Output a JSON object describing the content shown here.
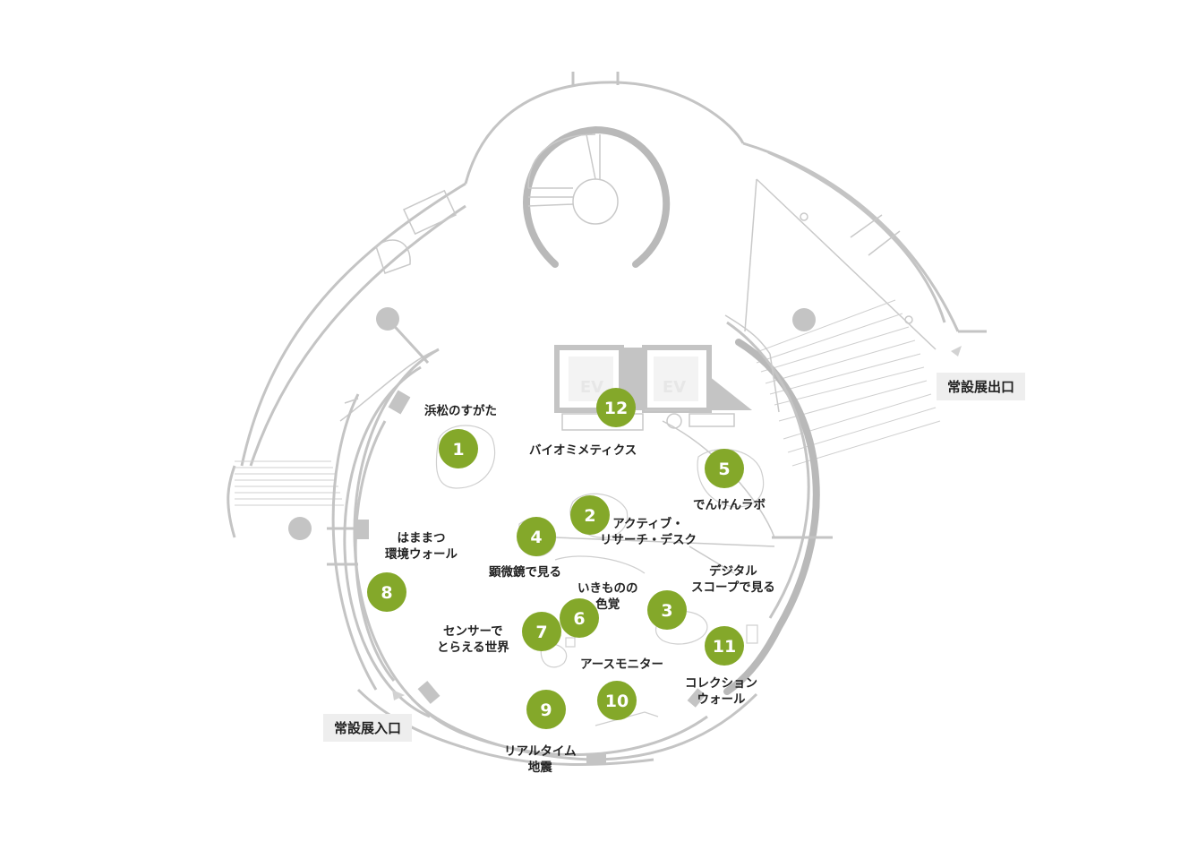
{
  "entrances": {
    "exit_label": "常設展出口",
    "entrance_label": "常設展入口"
  },
  "elevators": [
    "EV",
    "EV"
  ],
  "exhibits": [
    {
      "num": "1",
      "label": "浜松のすがた"
    },
    {
      "num": "2",
      "label": "アクティブ・リサーチ・デスク",
      "label_line1": "アクティブ・",
      "label_line2": "リサーチ・デスク"
    },
    {
      "num": "3",
      "label": "デジタルスコープで見る",
      "label_line1": "デジタル",
      "label_line2": "スコープで見る"
    },
    {
      "num": "4",
      "label": "顕微鏡で見る"
    },
    {
      "num": "5",
      "label": "でんけんラボ"
    },
    {
      "num": "6",
      "label": "いきものの色覚",
      "label_line1": "いきものの",
      "label_line2": "色覚"
    },
    {
      "num": "7",
      "label": "センサーでとらえる世界",
      "label_line1": "センサーで",
      "label_line2": "とらえる世界"
    },
    {
      "num": "8",
      "label": "はままつ環境ウォール",
      "label_line1": "はままつ",
      "label_line2": "環境ウォール"
    },
    {
      "num": "9",
      "label": "リアルタイム地震",
      "label_line1": "リアルタイム",
      "label_line2": "地震"
    },
    {
      "num": "10",
      "label": "アースモニター"
    },
    {
      "num": "11",
      "label": "コレクションウォール",
      "label_line1": "コレクション",
      "label_line2": "ウォール"
    },
    {
      "num": "12",
      "label": "バイオミメティクス"
    }
  ],
  "colors": {
    "marker": "#84a82a",
    "wall": "#c4c4c4",
    "tag_bg": "#eeeeee"
  }
}
